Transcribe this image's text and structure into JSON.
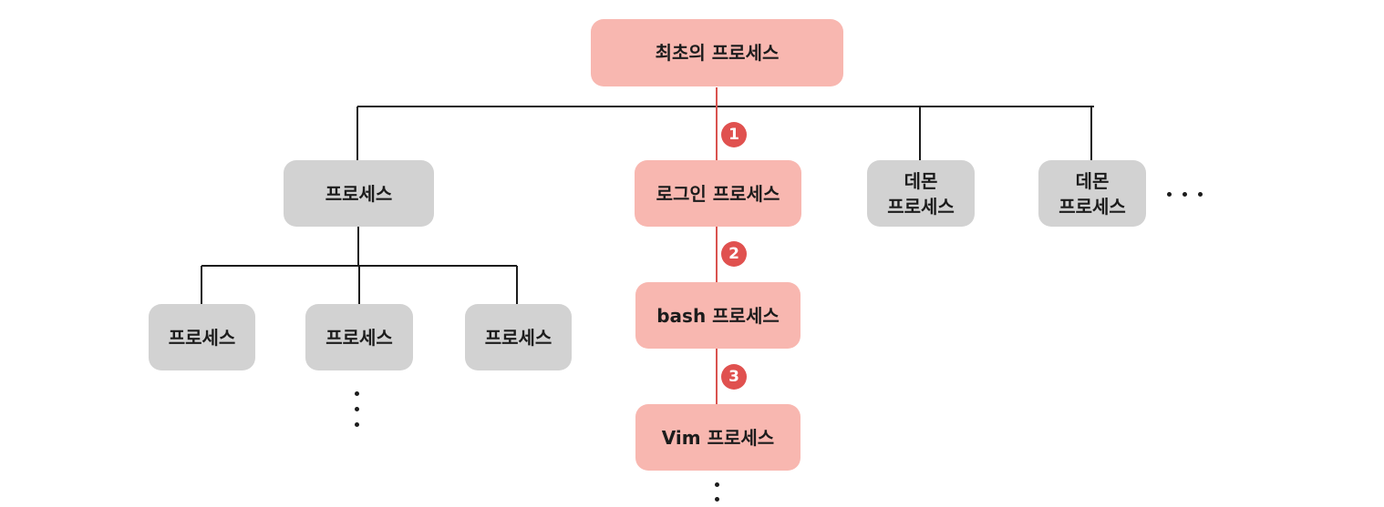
{
  "nodes": {
    "root": "최초의 프로세스",
    "process_a": "프로세스",
    "login": "로그인 프로세스",
    "daemon_1_line1": "데몬",
    "daemon_1_line2": "프로세스",
    "daemon_2_line1": "데몬",
    "daemon_2_line2": "프로세스",
    "child_1": "프로세스",
    "child_2": "프로세스",
    "child_3": "프로세스",
    "bash": "bash 프로세스",
    "vim": "Vim 프로세스"
  },
  "steps": [
    "1",
    "2",
    "3"
  ],
  "colors": {
    "highlight": "#f8b7b0",
    "normal": "#d2d2d2",
    "badge": "#e0514f",
    "line_red": "#d9534f",
    "line_black": "#1c1c1c"
  }
}
